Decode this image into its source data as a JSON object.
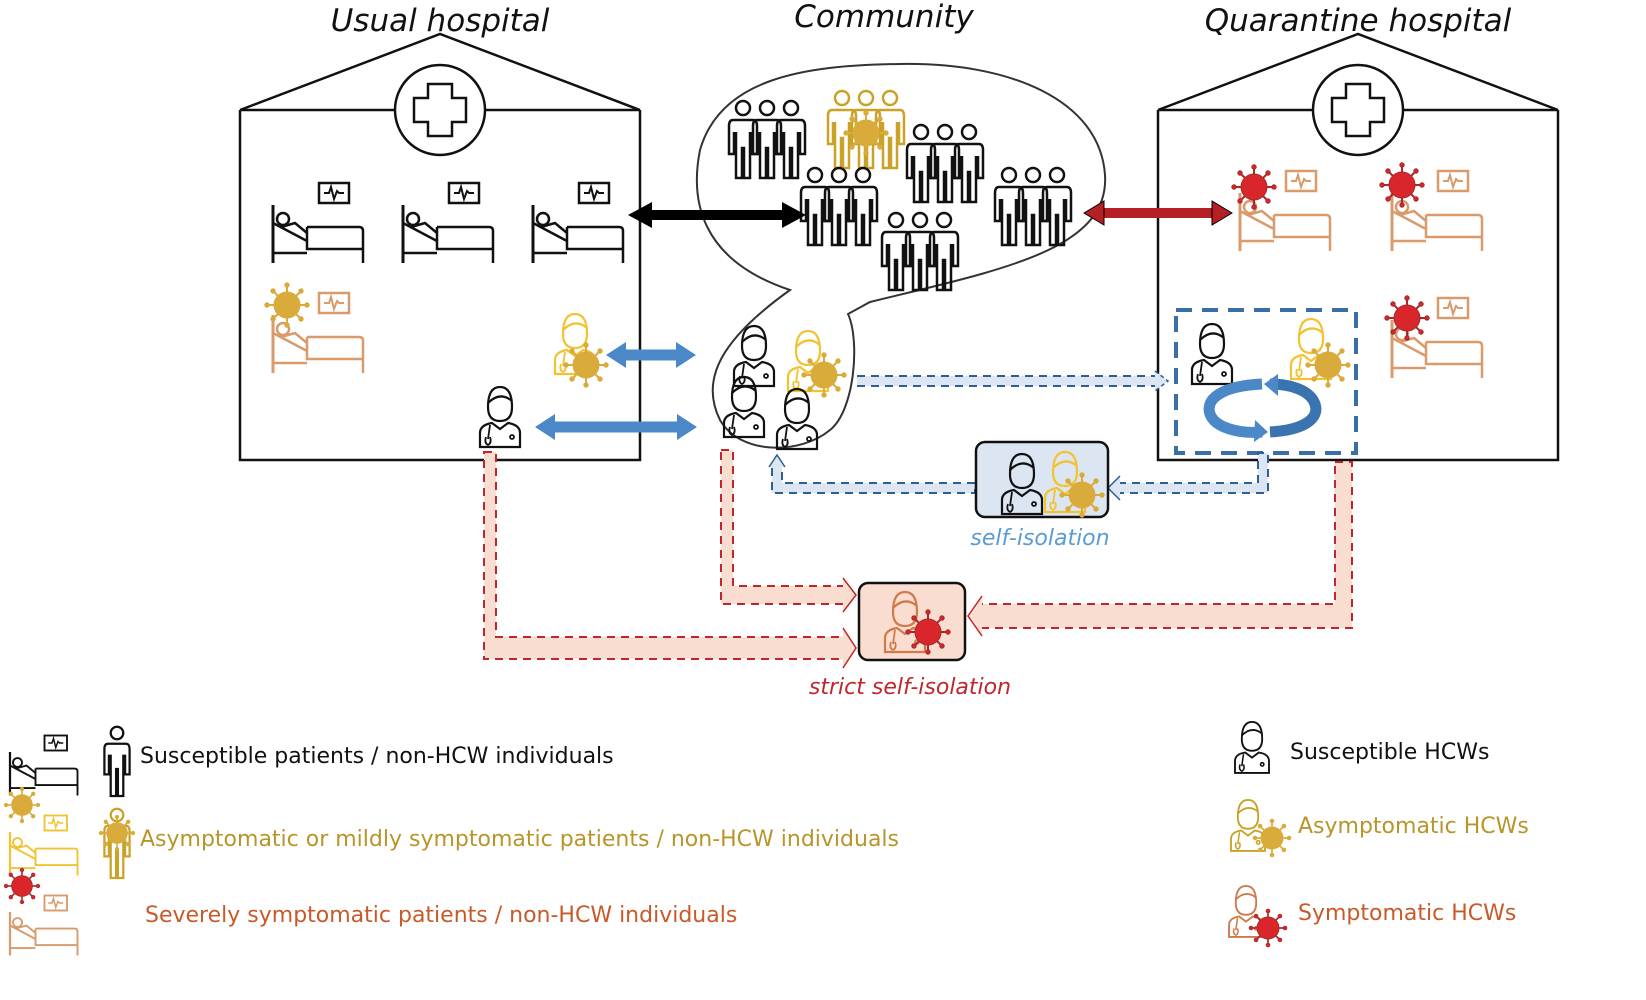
{
  "titles": {
    "usual_hospital": "Usual hospital",
    "community": "Community",
    "quarantine_hospital": "Quarantine hospital"
  },
  "labels": {
    "self_isolation": "self-isolation",
    "strict_self_isolation": "strict self-isolation"
  },
  "legend": {
    "left": [
      {
        "text": "Susceptible patients / non-HCW individuals",
        "status": "susceptible"
      },
      {
        "text": "Asymptomatic or mildly symptomatic patients / non-HCW individuals",
        "status": "asymptomatic"
      },
      {
        "text": "Severely symptomatic patients / non-HCW individuals",
        "status": "symptomatic"
      }
    ],
    "right": [
      {
        "text": "Susceptible HCWs",
        "status": "susceptible"
      },
      {
        "text": "Asymptomatic HCWs",
        "status": "asymptomatic"
      },
      {
        "text": "Symptomatic HCWs",
        "status": "symptomatic"
      }
    ]
  },
  "colors": {
    "susceptible": "#111111",
    "asymptomatic": "#c9a227",
    "asymptomatic_text": "#b8952a",
    "asymptomatic_hcw_line": "#f2c230",
    "symptomatic_patient": "#d99a6c",
    "symptomatic_text": "#c85a2a",
    "virus_red": "#d8262b",
    "virus_gold": "#d9ab3a",
    "blue_arrow": "#4a88c7",
    "red_arrow": "#b52025",
    "self_isolation_text": "#5b9bd5",
    "strict_text": "#c0272d",
    "self_iso_box": "#dce6f2",
    "strict_box": "#f8ddd0",
    "dashed_blue": "#2f5f8f"
  },
  "diagram": {
    "usual_hospital": {
      "beds": [
        "susceptible",
        "susceptible",
        "susceptible",
        "asymptomatic"
      ],
      "hcws": [
        "asymptomatic",
        "susceptible"
      ]
    },
    "community": {
      "groups": [
        "susceptible",
        "asymptomatic",
        "susceptible",
        "susceptible",
        "susceptible",
        "susceptible"
      ],
      "hcws": [
        "susceptible",
        "asymptomatic",
        "susceptible",
        "susceptible"
      ]
    },
    "quarantine_hospital": {
      "beds": [
        "symptomatic",
        "symptomatic",
        "symptomatic"
      ],
      "hcws": [
        "susceptible",
        "asymptomatic"
      ]
    },
    "self_isolation_box": {
      "hcws": [
        "susceptible",
        "asymptomatic"
      ]
    },
    "strict_self_isolation_box": {
      "hcws": [
        "symptomatic"
      ]
    }
  }
}
